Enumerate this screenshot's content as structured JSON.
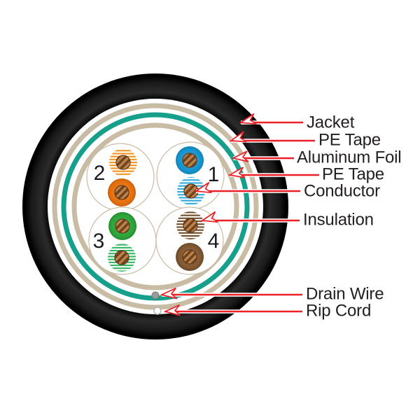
{
  "diagram": {
    "type": "cable-cross-section",
    "labels": {
      "jacket": "Jacket",
      "pe_tape_outer": "PE Tape",
      "aluminum_foil": "Aluminum Foil",
      "pe_tape_inner": "PE Tape",
      "conductor": "Conductor",
      "insulation": "Insulation",
      "drain_wire": "Drain Wire",
      "rip_cord": "Rip Cord"
    },
    "pair_numbers": {
      "pair1": "1",
      "pair2": "2",
      "pair3": "3",
      "pair4": "4"
    },
    "colors": {
      "jacket_black": "#0d0d0d",
      "pe_tape_tan": "#C9BCA4",
      "aluminum_foil_teal": "#16A08C",
      "orange_solid": "#EF7C18",
      "orange_stripe": "#F0941F",
      "blue_solid": "#219FD8",
      "blue_stripe": "#2FA8DC",
      "green_solid": "#35AF44",
      "green_stripe": "#2FB45F",
      "brown_solid": "#8C6239",
      "brown_stripe": "#6F4B28",
      "copper_dark": "#6E4320",
      "copper_light": "#BE8148",
      "drain_gray": "#9B9B9B",
      "rip_white": "#FFFFFF",
      "annotation_red": "#EC2027"
    }
  }
}
